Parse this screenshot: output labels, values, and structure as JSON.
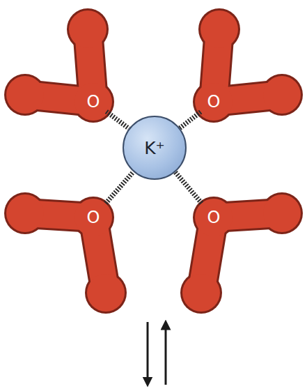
{
  "diagram": {
    "nodes": [
      {
        "text": [
          "O"
        ]
      },
      {
        "text": [
          "O"
        ]
      },
      {
        "text": [
          "K⁺"
        ]
      },
      {
        "text": [
          "O"
        ]
      },
      {
        "text": [
          "O"
        ]
      }
    ],
    "edges": [
      {
        "from": 0,
        "to": 2,
        "arrow": "none"
      },
      {
        "from": 1,
        "to": 2,
        "arrow": "none"
      },
      {
        "from": 3,
        "to": 2,
        "arrow": "none"
      },
      {
        "from": 4,
        "to": 2,
        "arrow": "none"
      }
    ]
  }
}
